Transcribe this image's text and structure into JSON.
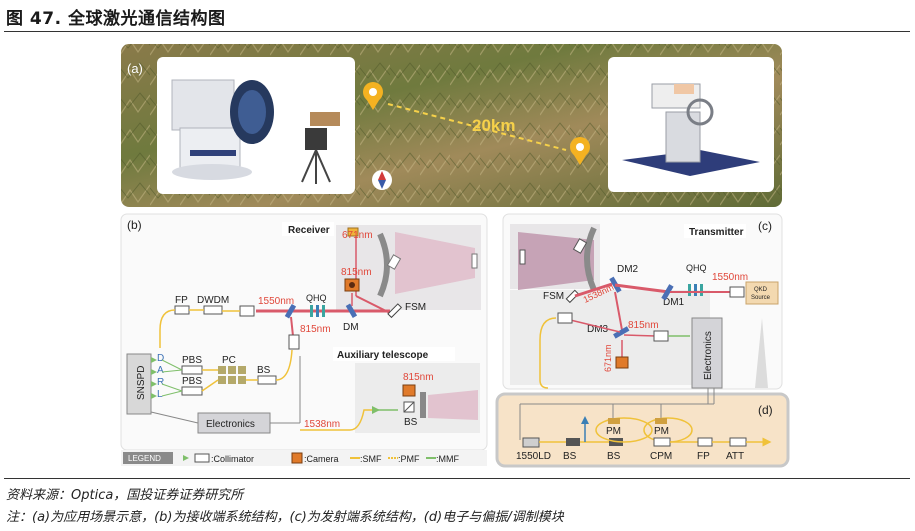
{
  "figure": {
    "title": "图 47. 全球激光通信结构图",
    "source": "资料来源：Optica，国投证券证券研究所",
    "note": "注：(a)为应用场景示意，(b)为接收端系统结构，(c)为发射端系统结构，(d)电子与偏振/调制模块"
  },
  "panel_a": {
    "label": "(a)",
    "distance": "20km"
  },
  "panel_b": {
    "label": "(b)",
    "receiver_label": "Receiver",
    "aux_label": "Auxiliary telescope",
    "wl_671": "671nm",
    "wl_815_top": "815nm",
    "wl_1550": "1550nm",
    "wl_815_mid": "815nm",
    "wl_815_aux": "815nm",
    "wl_1538": "1538nm",
    "qhq": "QHQ",
    "dm": "DM",
    "fsm": "FSM",
    "fp": "FP",
    "dwdm": "DWDM",
    "snspd": "SNSPD",
    "ch_d": "D",
    "ch_a": "A",
    "ch_r": "R",
    "ch_l": "L",
    "pbs1": "PBS",
    "pbs2": "PBS",
    "pc": "PC",
    "bs": "BS",
    "bs_aux": "BS",
    "electronics": "Electronics"
  },
  "panel_c": {
    "label": "(c)",
    "transmitter_label": "Transmitter",
    "dm2": "DM2",
    "dm1": "DM1",
    "dm3": "DM3",
    "fsm": "FSM",
    "qhq": "QHQ",
    "wl_1550": "1550nm",
    "wl_1538": "1538nm",
    "wl_815": "815nm",
    "wl_671": "671nm",
    "qkd_line1": "QKD",
    "qkd_line2": "Source",
    "electronics": "Electronics"
  },
  "panel_d": {
    "label": "(d)",
    "ld": "1550LD",
    "bs1": "BS",
    "bs2": "BS",
    "pm1": "PM",
    "pm2": "PM",
    "cpm": "CPM",
    "fp": "FP",
    "att": "ATT"
  },
  "legend": {
    "title": "LEGEND",
    "collimator": ":Collimator",
    "camera": ":Camera",
    "smf": ":SMF",
    "pmf": ":PMF",
    "mmf": ":MMF"
  },
  "colors": {
    "beam_red": "#d95a6a",
    "fiber_yellow": "#f0c23a",
    "fiber_green": "#7fbf6a",
    "panel_bg": "#f2f2f2",
    "panel_d_bg": "#f7e3c8",
    "label_red": "#e0473a"
  }
}
